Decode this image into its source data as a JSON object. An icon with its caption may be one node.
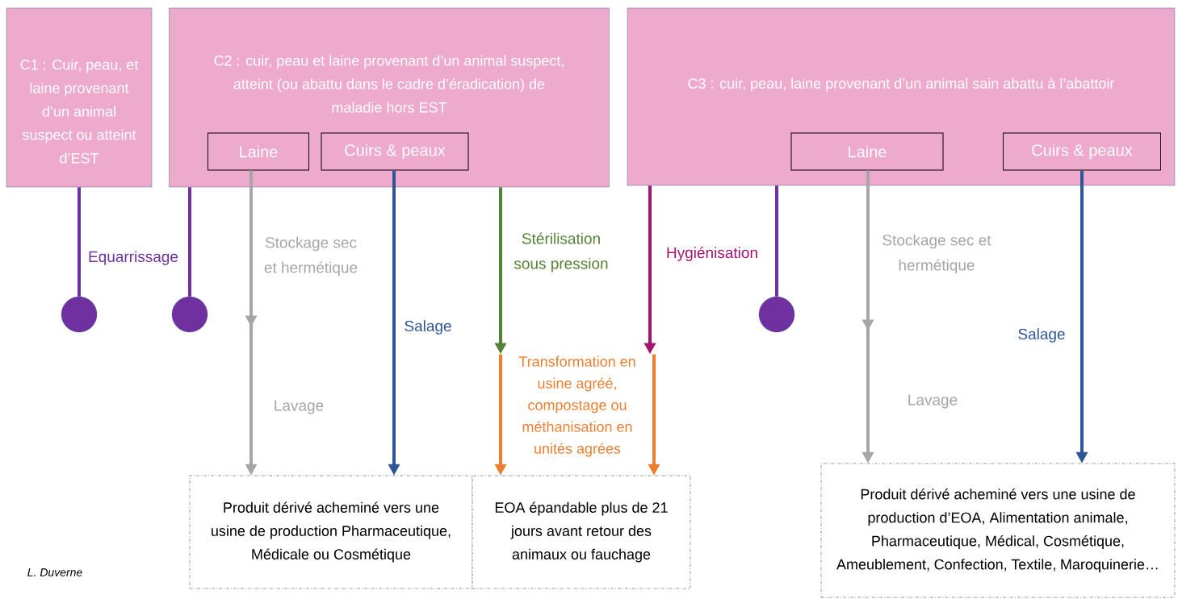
{
  "diagram": {
    "nodes": [
      {
        "text": [
          "C1 : Cuir, peau, et laine provenant d’un animal suspect ou atteint d’EST"
        ]
      },
      {
        "text": [
          "C2 : cuir, peau et laine provenant d’un animal suspect, atteint (ou abattu dans le cadre d’éradication) de maladie hors EST"
        ]
      },
      {
        "text": [
          "Laine"
        ],
        "in": 1
      },
      {
        "text": [
          "Cuirs & peaux"
        ],
        "in": 1
      },
      {
        "text": [
          "C3 : cuir, peau, laine provenant d’un animal sain abattu à l’abattoir"
        ]
      },
      {
        "text": [
          "Laine"
        ],
        "in": 4
      },
      {
        "text": [
          "Cuirs & peaux"
        ],
        "in": 4
      },
      {
        "text": [],
        "shape": "circle"
      },
      {
        "text": [],
        "shape": "circle"
      },
      {
        "text": [],
        "shape": "circle"
      },
      {
        "text": [
          "Transformation en usine agréé, compostage ou méthanisation en unités agrées"
        ]
      },
      {
        "text": [
          "Produit dérivé acheminé vers une usine de production Pharmaceutique, Médicale ou Cosmétique"
        ]
      },
      {
        "text": [
          "EOA épandable plus de 21 jours avant retour des animaux ou fauchage"
        ]
      },
      {
        "text": [
          "Produit dérivé acheminé vers une usine de production d’EOA, Alimentation animale, Pharmaceutique, Médical, Cosmétique, Ameublement, Confection, Textile, Maroquinerie…"
        ]
      }
    ],
    "edges": [
      {
        "from": 0,
        "to": 7,
        "arrow": "none",
        "color": "#7030a0",
        "label": "Equarrissage"
      },
      {
        "from": 1,
        "to": 8,
        "arrow": "none",
        "color": "#7030a0"
      },
      {
        "from": 2,
        "to": 11,
        "arrow": "to",
        "color": "#a6a6a6",
        "label": "Stockage sec et hermétique"
      },
      {
        "from": 3,
        "to": 11,
        "arrow": "to",
        "color": "#2f5597",
        "label": "Salage"
      },
      {
        "from": 1,
        "to": 10,
        "arrow": "to",
        "color": "#548235",
        "label": "Stérilisation sous pression"
      },
      {
        "from": 4,
        "to": 10,
        "arrow": "to",
        "color": "#a5136f",
        "label": "Hygiénisation"
      },
      {
        "from": 10,
        "to": 12,
        "arrow": "to",
        "color": "#ed7d31"
      },
      {
        "from": 10,
        "to": 12,
        "arrow": "to",
        "color": "#ed7d31"
      },
      {
        "from": 4,
        "to": 9,
        "arrow": "none",
        "color": "#7030a0"
      },
      {
        "from": 5,
        "to": 13,
        "arrow": "to",
        "color": "#a6a6a6",
        "label": "Stockage sec et hermétique"
      },
      {
        "from": 6,
        "to": 13,
        "arrow": "to",
        "color": "#2f5597",
        "label": "Salage"
      }
    ],
    "labels": [
      "Lavage",
      "Lavage",
      "L. Duverne"
    ]
  }
}
